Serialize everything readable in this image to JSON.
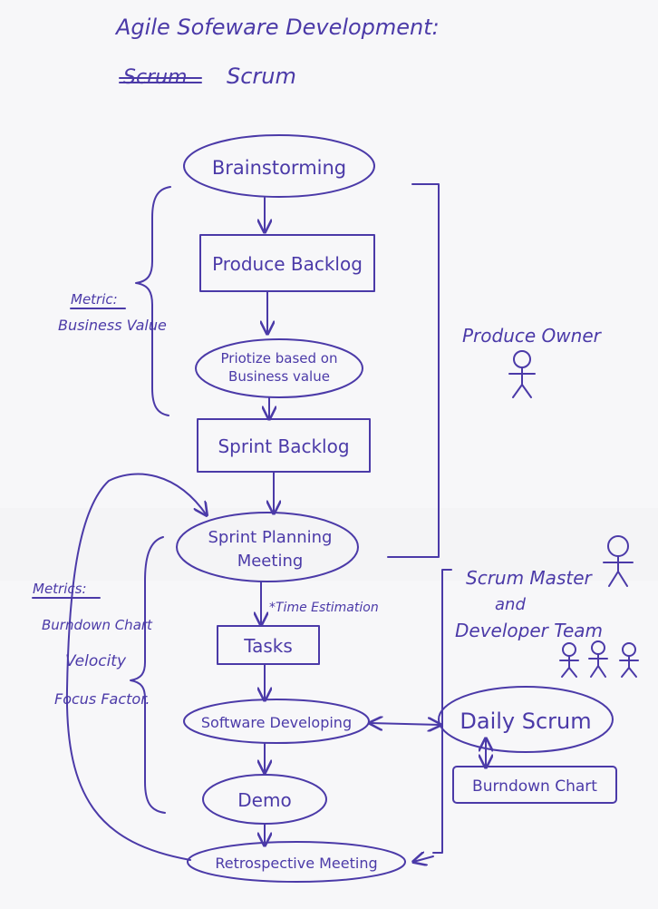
{
  "colors": {
    "ink": "#4b3aa8",
    "paper": "#f7f7f9"
  },
  "title": {
    "line1": "Agile Sofeware Development:",
    "struck": "Scrum",
    "line2": "Scrum"
  },
  "nodes": {
    "brainstorming": "Brainstorming",
    "product_backlog": "Produce Backlog",
    "prioritize_1": "Priotize based on",
    "prioritize_2": "Business value",
    "sprint_backlog": "Sprint Backlog",
    "sprint_planning_1": "Sprint Planning",
    "sprint_planning_2": "Meeting",
    "time_estimation": "*Time Estimation",
    "tasks": "Tasks",
    "software_developing": "Software Developing",
    "demo": "Demo",
    "retrospective": "Retrospective Meeting",
    "daily_scrum": "Daily Scrum",
    "burndown_chart_box": "Burndown Chart"
  },
  "metric_top": {
    "heading": "Metric:",
    "item": "Business Value"
  },
  "metrics_bottom": {
    "heading": "Metrics:",
    "items": [
      "Burndown Chart",
      "Velocity",
      "Focus Factor."
    ]
  },
  "roles": {
    "product_owner": "Produce Owner",
    "scrum_master": "Scrum Master",
    "and": "and",
    "dev_team": "Developer Team"
  }
}
